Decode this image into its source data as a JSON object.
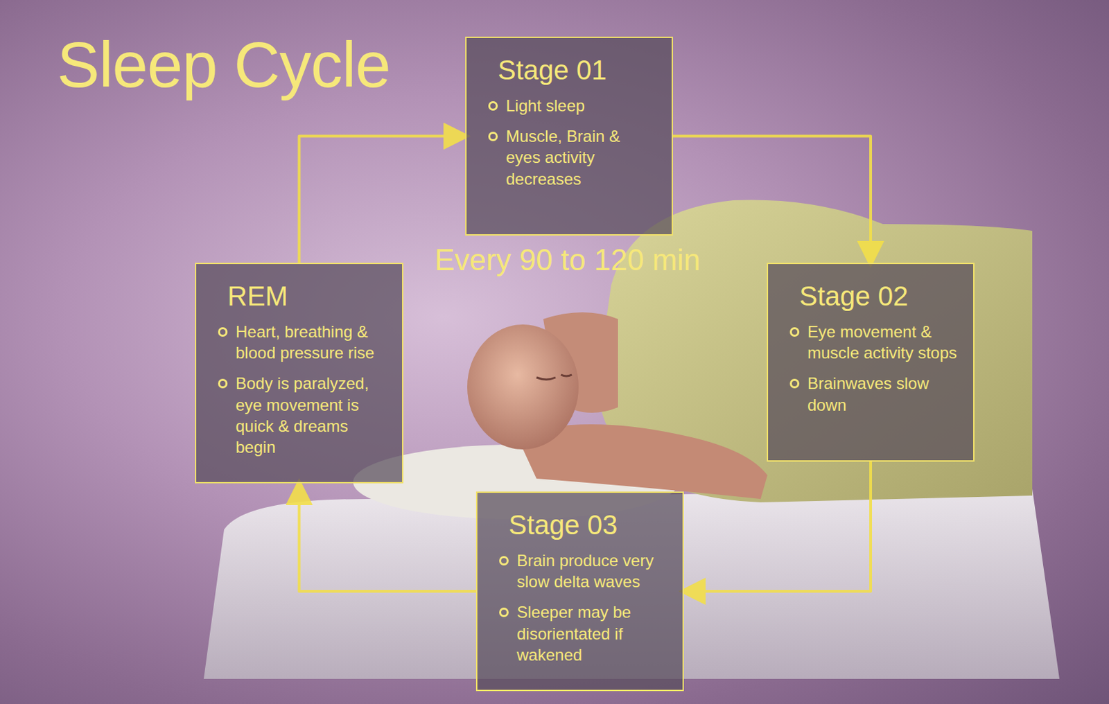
{
  "diagram": {
    "title": "Sleep Cycle",
    "nodes": [
      {
        "text": [
          "Stage 01",
          "Light sleep",
          "Muscle, Brain & eyes activity decreases"
        ]
      },
      {
        "text": [
          "Stage 02",
          "Eye movement & muscle activity stops",
          "Brainwaves slow down"
        ]
      },
      {
        "text": [
          "Stage 03",
          "Brain produce very slow delta waves",
          "Sleeper may be disorientated if wakened"
        ]
      },
      {
        "text": [
          "REM",
          "Heart, breathing & blood pressure rise",
          "Body is paralyzed, eye movement is quick & dreams begin"
        ]
      }
    ],
    "edges": [
      {
        "from": 0,
        "to": 1,
        "arrow": "to"
      },
      {
        "from": 1,
        "to": 2,
        "arrow": "to"
      },
      {
        "from": 2,
        "to": 3,
        "arrow": "to"
      },
      {
        "from": 3,
        "to": 0,
        "arrow": "to"
      }
    ],
    "labels": [
      "Every 90 to 120 min"
    ]
  }
}
